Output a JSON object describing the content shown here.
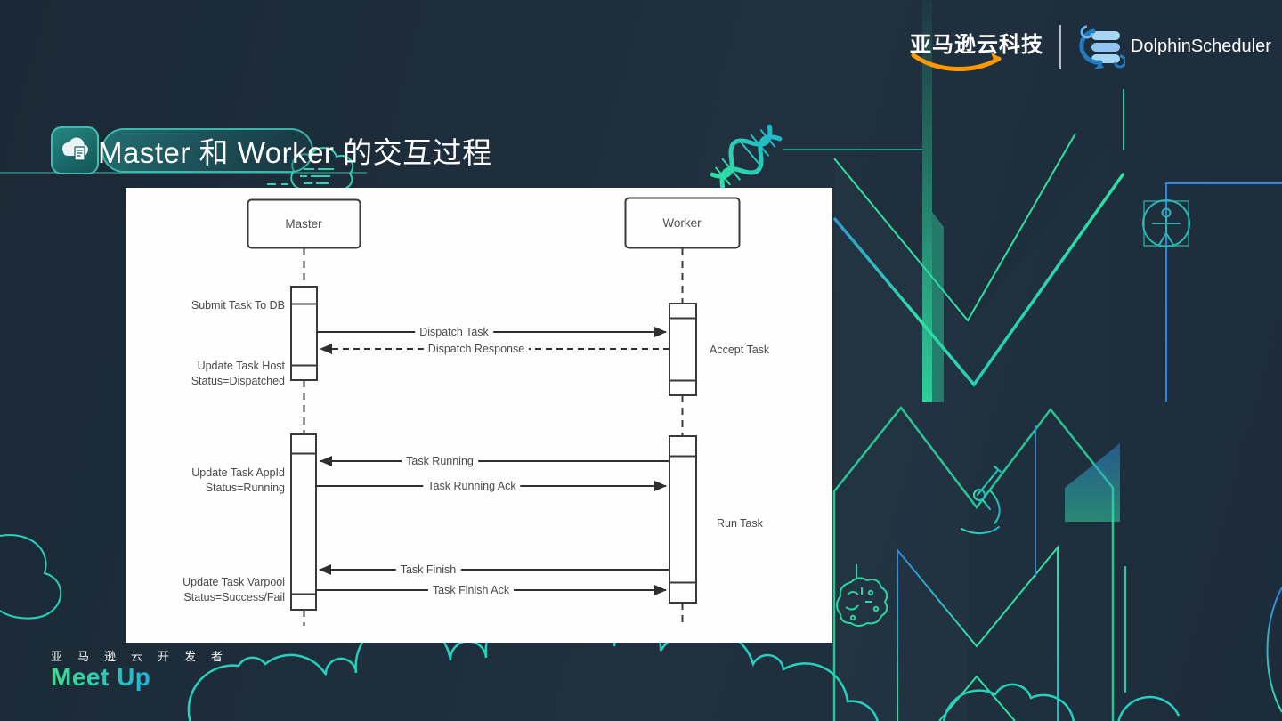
{
  "slide": {
    "header": {
      "aws_logo": "亚马逊云科技",
      "dolphin_logo": "DolphinScheduler"
    },
    "title": "Master 和 Worker 的交互过程",
    "footer": {
      "community": "亚马逊云开发者",
      "event": "Meet Up"
    }
  },
  "diagram": {
    "actors": [
      {
        "label": "Master"
      },
      {
        "label": "Worker"
      }
    ],
    "messages": [
      {
        "label": "Dispatch Task",
        "style": "solid",
        "from": "Master",
        "to": "Worker"
      },
      {
        "label": "Dispatch Response",
        "style": "dashed",
        "from": "Worker",
        "to": "Master"
      },
      {
        "label": "Task Running",
        "style": "solid",
        "from": "Worker",
        "to": "Master"
      },
      {
        "label": "Task Running Ack",
        "style": "solid",
        "from": "Master",
        "to": "Worker"
      },
      {
        "label": "Task Finish",
        "style": "solid",
        "from": "Worker",
        "to": "Master"
      },
      {
        "label": "Task Finish Ack",
        "style": "solid",
        "from": "Master",
        "to": "Worker"
      }
    ],
    "master_notes": [
      {
        "line1": "Submit Task To DB"
      },
      {
        "line1": "Update Task Host",
        "line2": "Status=Dispatched"
      },
      {
        "line1": "Update Task AppId",
        "line2": "Status=Running"
      },
      {
        "line1": "Update Task Varpool",
        "line2": "Status=Success/Fail"
      }
    ],
    "worker_notes": [
      {
        "label": "Accept Task"
      },
      {
        "label": "Run Task"
      }
    ]
  },
  "icons": {
    "title_icon": "cloud-document-icon",
    "header_icons": [
      "amazon-smile-icon",
      "dolphinscheduler-icon"
    ],
    "background_icons": [
      "dna-icon",
      "vitruvian-man-icon",
      "microscope-icon",
      "brain-circuit-icon",
      "cloud-outline-icon",
      "letter-m-outline"
    ]
  },
  "colors": {
    "background": "#1e2c3a",
    "accent_teal": "#2bd4b4",
    "accent_green": "#35e08c",
    "accent_blue": "#2e86de",
    "amazon_orange": "#ff9900",
    "dolphin_blue": "#8fc5f0",
    "panel": "#ffffff",
    "diagram_ink": "#3a3a3a",
    "meetup_gradient": [
      "#3ce08e",
      "#1db4d8"
    ]
  }
}
